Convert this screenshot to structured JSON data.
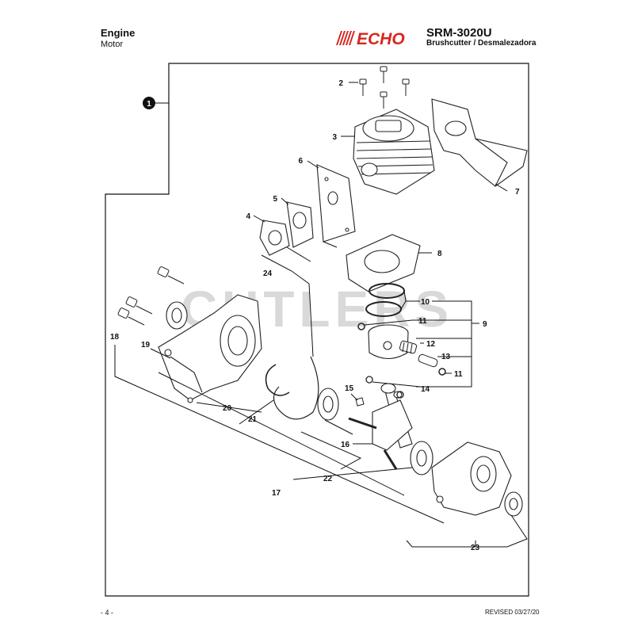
{
  "header": {
    "title_en": "Engine",
    "title_es": "Motor",
    "brand": "ECHO",
    "model": "SRM-3020U",
    "subtitle": "Brushcutter / Desmalezadora"
  },
  "watermark": "CUTLERS",
  "callouts": {
    "main_ref": "1",
    "c2": "2",
    "c3": "3",
    "c4": "4",
    "c5": "5",
    "c6": "6",
    "c7": "7",
    "c8": "8",
    "c9": "9",
    "c10": "10",
    "c11a": "11",
    "c11b": "11",
    "c12": "12",
    "c13": "13",
    "c14": "14",
    "c15": "15",
    "c16": "16",
    "c17": "17",
    "c18": "18",
    "c19": "19",
    "c20": "20",
    "c21": "21",
    "c22": "22",
    "c23": "23",
    "c24": "24"
  },
  "footer": {
    "page": "- 4 -",
    "revised": "REVISED 03/27/20"
  },
  "colors": {
    "brand_red": "#d7261e",
    "ink": "#111111",
    "watermark": "#d9d9d9"
  }
}
